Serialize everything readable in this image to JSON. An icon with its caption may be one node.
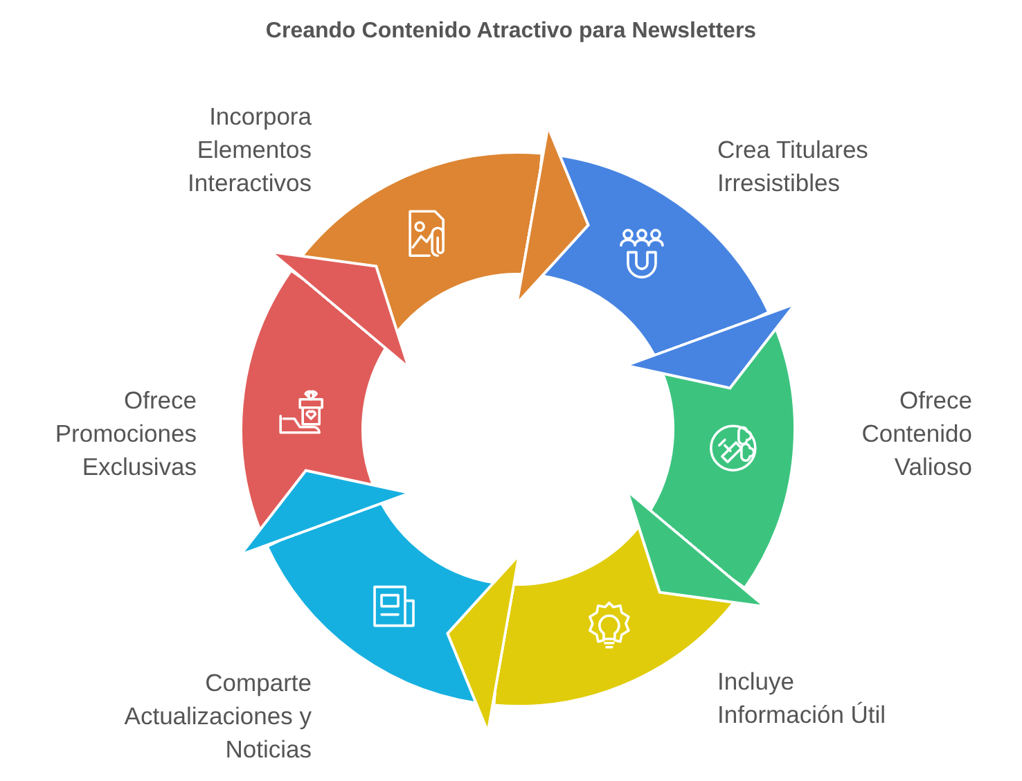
{
  "diagram": {
    "title": "Creando Contenido Atractivo para Newsletters",
    "nodes": [
      {
        "text": [
          "Incorpora Elementos Interactivos"
        ]
      },
      {
        "text": [
          "Crea Titulares Irresistibles"
        ]
      },
      {
        "text": [
          "Ofrece Contenido Valioso"
        ]
      },
      {
        "text": [
          "Incluye Información Útil"
        ]
      },
      {
        "text": [
          "Comparte Actualizaciones y Noticias"
        ]
      },
      {
        "text": [
          "Ofrece Promociones Exclusivas"
        ]
      }
    ],
    "edges": [
      {
        "from": 0,
        "to": 1,
        "arrow": "to",
        "color": "#dd8533"
      },
      {
        "from": 1,
        "to": 2,
        "arrow": "to",
        "color": "#4784e2"
      },
      {
        "from": 2,
        "to": 3,
        "arrow": "to",
        "color": "#3cc47f"
      },
      {
        "from": 3,
        "to": 4,
        "arrow": "to",
        "color": "#e0cc0a"
      },
      {
        "from": 4,
        "to": 5,
        "arrow": "to",
        "color": "#16b0e0"
      },
      {
        "from": 5,
        "to": 0,
        "arrow": "to",
        "color": "#e05c5a"
      }
    ]
  }
}
